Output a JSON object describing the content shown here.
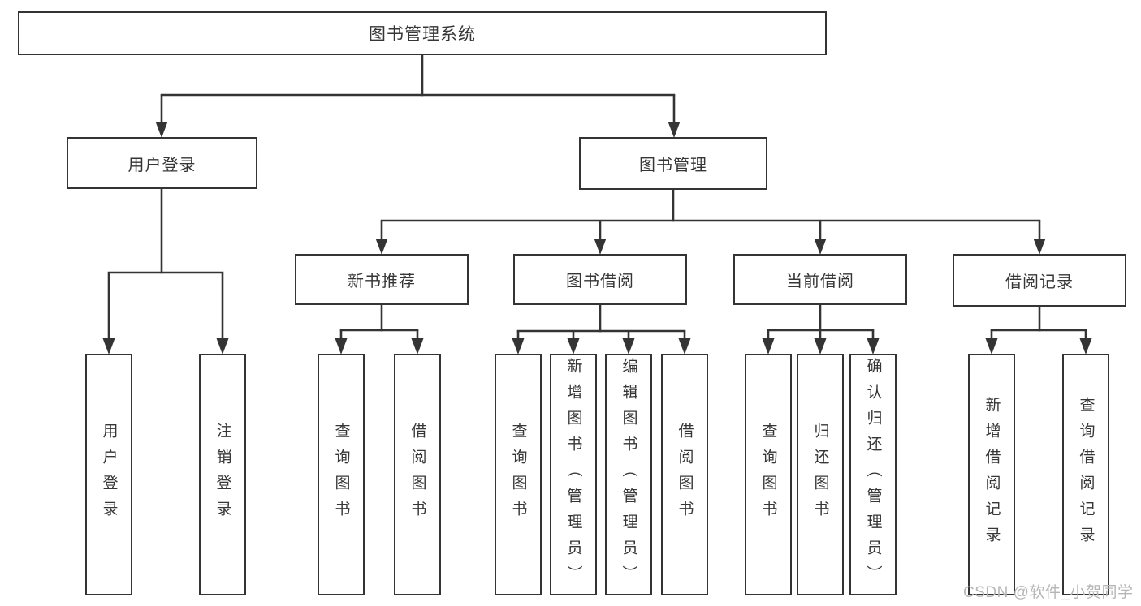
{
  "diagram": {
    "type": "hierarchy-tree",
    "root": {
      "label": "图书管理系统"
    },
    "branches": [
      {
        "label": "用户登录",
        "children": [
          "用户登录",
          "注销登录"
        ]
      },
      {
        "label": "图书管理",
        "children": [
          {
            "label": "新书推荐",
            "children": [
              "查询图书",
              "借阅图书"
            ]
          },
          {
            "label": "图书借阅",
            "children": [
              "查询图书",
              "新增图书（管理员）",
              "编辑图书（管理员）",
              "借阅图书"
            ]
          },
          {
            "label": "当前借阅",
            "children": [
              "查询图书",
              "归还图书",
              "确认归还（管理员）"
            ]
          },
          {
            "label": "借阅记录",
            "children": [
              "新增借阅记录",
              "查询借阅记录"
            ]
          }
        ]
      }
    ],
    "watermark": "CSDN @软件_小贺同学",
    "colors": {
      "line": "#343434",
      "box_border": "#343434",
      "box_background": "#ffffff",
      "text": "#363636",
      "watermark": "#b6b6b6"
    }
  }
}
